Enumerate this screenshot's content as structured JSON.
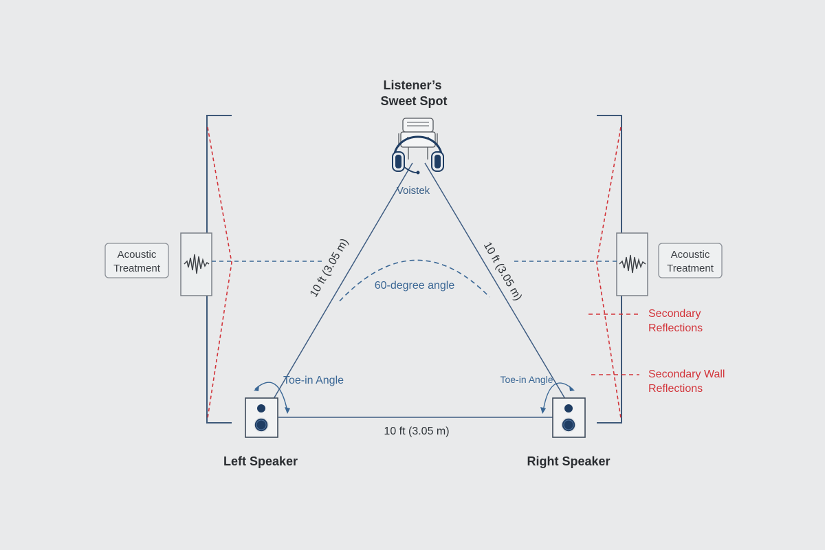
{
  "listener": {
    "title_line1": "Listener’s",
    "title_line2": "Sweet Spot",
    "brand": "Voistek",
    "icon": "headphones-chair-icon"
  },
  "speakers": {
    "left_label": "Left Speaker",
    "right_label": "Right Speaker",
    "icon": "speaker-icon"
  },
  "distances": {
    "left_side": "10 ft (3.05 m)",
    "right_side": "10 ft (3.05 m)",
    "base": "10 ft (3.05 m)"
  },
  "angle": {
    "label": "60-degree angle"
  },
  "toe_in": {
    "left_label": "Toe-in Angle",
    "right_label": "Toe-in Angle"
  },
  "acoustic": {
    "left_line1": "Acoustic",
    "left_line2": "Treatment",
    "right_line1": "Acoustic",
    "right_line2": "Treatment",
    "icon": "waveform-icon"
  },
  "reflections": {
    "secondary_line1": "Secondary",
    "secondary_line2": "Reflections",
    "wall_line1": "Secondary Wall",
    "wall_line2": "Reflections"
  },
  "colors": {
    "background": "#e9eaeb",
    "blue": "#3a6795",
    "navy": "#1f3d63",
    "red": "#d2343a",
    "text": "#2a2d31"
  }
}
